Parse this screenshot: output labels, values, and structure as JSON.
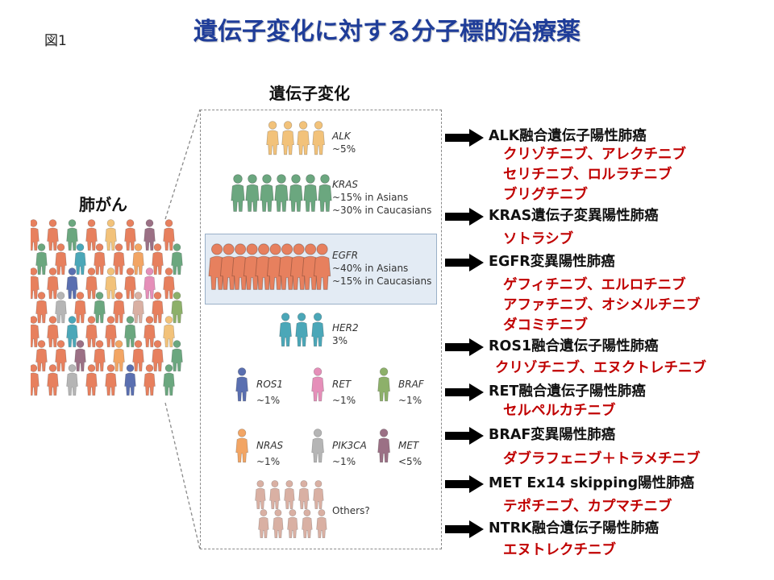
{
  "slide": {
    "figure_label": "図1",
    "title": "遺伝子変化に対する分子標的治療薬",
    "panel_title": "遺伝子変化",
    "lung_cancer_label": "肺がん",
    "colors": {
      "title": "#1F3D99",
      "drug_text": "#C00000",
      "arrow": "#000000"
    }
  },
  "alterations": [
    {
      "name": "ALK",
      "lines": [
        "~5%"
      ],
      "color": "#F2C27A"
    },
    {
      "name": "KRAS",
      "lines": [
        "~15% in Asians",
        "~30% in Caucasians"
      ],
      "color": "#6BA77F"
    },
    {
      "name": "EGFR",
      "lines": [
        "~40% in Asians",
        "~15% in Caucasians"
      ],
      "color": "#E7805E"
    },
    {
      "name": "HER2",
      "lines": [
        "3%"
      ],
      "color": "#4BA7B8"
    },
    {
      "name": "ROS1",
      "lines": [
        "~1%"
      ],
      "color": "#5A6FB0"
    },
    {
      "name": "RET",
      "lines": [
        "~1%"
      ],
      "color": "#E58FB9"
    },
    {
      "name": "BRAF",
      "lines": [
        "~1%"
      ],
      "color": "#8DB06A"
    },
    {
      "name": "NRAS",
      "lines": [
        "~1%"
      ],
      "color": "#F2A564"
    },
    {
      "name": "PIK3CA",
      "lines": [
        "~1%"
      ],
      "color": "#B5B5B5"
    },
    {
      "name": "MET",
      "lines": [
        "<5%"
      ],
      "color": "#9B7085"
    },
    {
      "name": "Others?",
      "lines": [],
      "color": "#D9B0A3"
    }
  ],
  "therapies": [
    {
      "cancer": "ALK融合遺伝子陽性肺癌",
      "drugs": [
        "クリゾチニブ、アレクチニブ",
        "セリチニブ、ロルラチニブ",
        "ブリグチニブ"
      ]
    },
    {
      "cancer": "KRAS遺伝子変異陽性肺癌",
      "drugs": [
        "ソトラシブ"
      ]
    },
    {
      "cancer": "EGFR変異陽性肺癌",
      "drugs": [
        "ゲフィチニブ、エルロチニブ",
        "アファチニブ、オシメルチニブ",
        "ダコミチニブ"
      ]
    },
    {
      "cancer": "ROS1融合遺伝子陽性肺癌",
      "drugs": [
        "クリゾチニブ、エヌクトレチニブ"
      ]
    },
    {
      "cancer": "RET融合遺伝子陽性肺癌",
      "drugs": [
        "セルペルカチニブ"
      ]
    },
    {
      "cancer": "BRAF変異陽性肺癌",
      "drugs": [
        "ダブラフェニブ＋トラメチニブ"
      ]
    },
    {
      "cancer": "MET Ex14 skipping陽性肺癌",
      "drugs": [
        "テポチニブ、カプマチニブ"
      ]
    },
    {
      "cancer": "NTRK融合遺伝子陽性肺癌",
      "drugs": [
        "エヌトレクチニブ"
      ]
    }
  ]
}
